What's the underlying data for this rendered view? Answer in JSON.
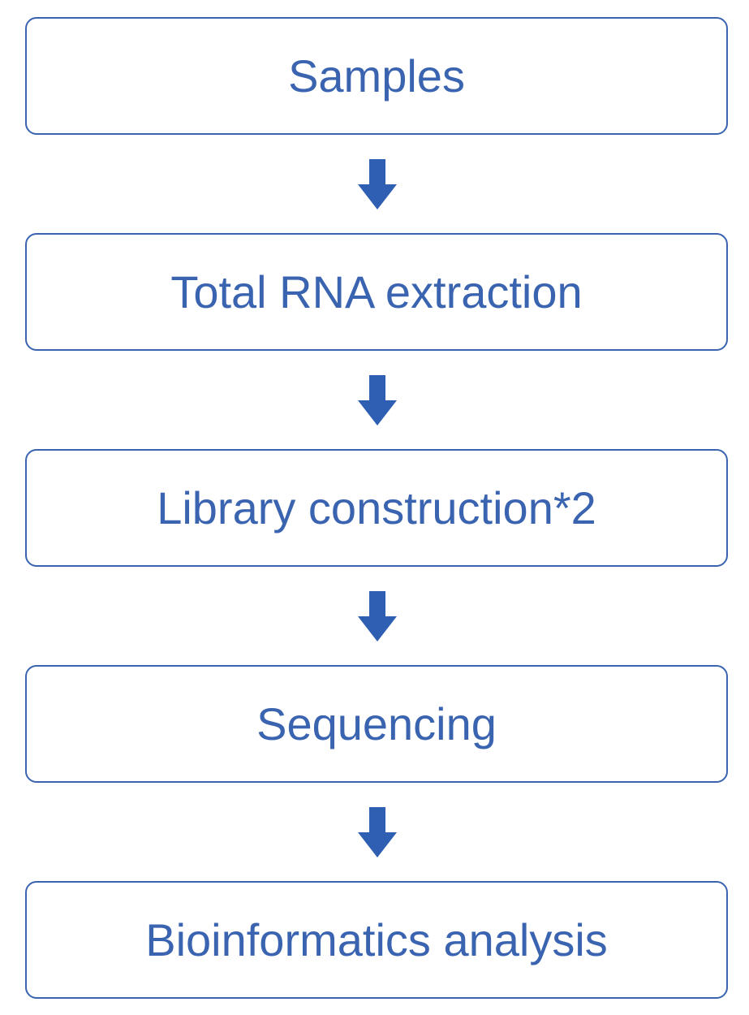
{
  "colors": {
    "accent": "#3a64b0",
    "arrow": "#2f5fb3",
    "background": "#ffffff"
  },
  "steps": [
    {
      "label": "Samples"
    },
    {
      "label": "Total RNA extraction"
    },
    {
      "label": "Library construction*2"
    },
    {
      "label": "Sequencing"
    },
    {
      "label": "Bioinformatics analysis"
    }
  ],
  "arrows": [
    {
      "icon": "down-arrow-icon"
    },
    {
      "icon": "down-arrow-icon"
    },
    {
      "icon": "down-arrow-icon"
    },
    {
      "icon": "down-arrow-icon"
    }
  ]
}
